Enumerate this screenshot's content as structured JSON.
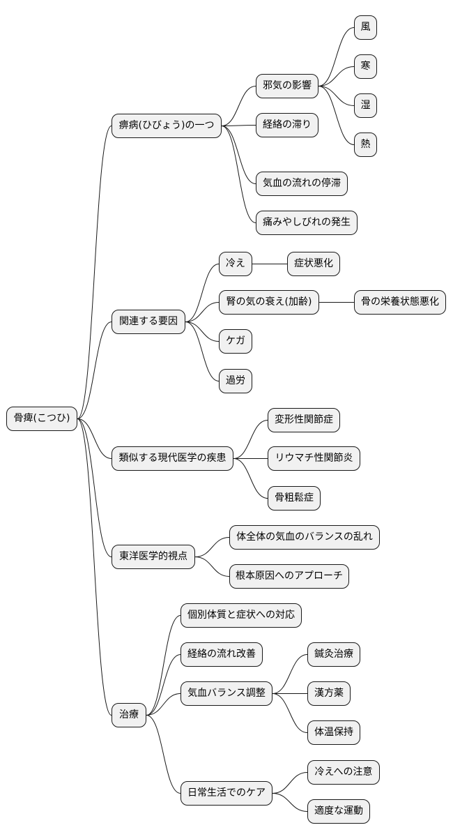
{
  "root": {
    "label": "骨痺(こつひ)",
    "children": [
      {
        "label": "痹病(ひびょう)の一つ",
        "children": [
          {
            "label": "邪気の影響",
            "children": [
              {
                "label": "風"
              },
              {
                "label": "寒"
              },
              {
                "label": "湿"
              },
              {
                "label": "熱"
              }
            ]
          },
          {
            "label": "経絡の滞り"
          },
          {
            "label": "気血の流れの停滞"
          },
          {
            "label": "痛みやしびれの発生"
          }
        ]
      },
      {
        "label": "関連する要因",
        "children": [
          {
            "label": "冷え",
            "children": [
              {
                "label": "症状悪化"
              }
            ]
          },
          {
            "label": "腎の気の衰え(加齢)",
            "children": [
              {
                "label": "骨の栄養状態悪化"
              }
            ]
          },
          {
            "label": "ケガ"
          },
          {
            "label": "過労"
          }
        ]
      },
      {
        "label": "類似する現代医学の疾患",
        "children": [
          {
            "label": "変形性関節症"
          },
          {
            "label": "リウマチ性関節炎"
          },
          {
            "label": "骨粗鬆症"
          }
        ]
      },
      {
        "label": "東洋医学的視点",
        "children": [
          {
            "label": "体全体の気血のバランスの乱れ"
          },
          {
            "label": "根本原因へのアプローチ"
          }
        ]
      },
      {
        "label": "治療",
        "children": [
          {
            "label": "個別体質と症状への対応"
          },
          {
            "label": "経絡の流れ改善"
          },
          {
            "label": "気血バランス調整",
            "children": [
              {
                "label": "鍼灸治療"
              },
              {
                "label": "漢方薬"
              },
              {
                "label": "体温保持"
              }
            ]
          },
          {
            "label": "日常生活でのケア",
            "children": [
              {
                "label": "冷えへの注意"
              },
              {
                "label": "適度な運動"
              }
            ]
          }
        ]
      }
    ]
  },
  "colors": {
    "background": "#ffffff",
    "node_fill": "#f1f1f1",
    "node_border": "#181818",
    "connector": "#181818"
  }
}
